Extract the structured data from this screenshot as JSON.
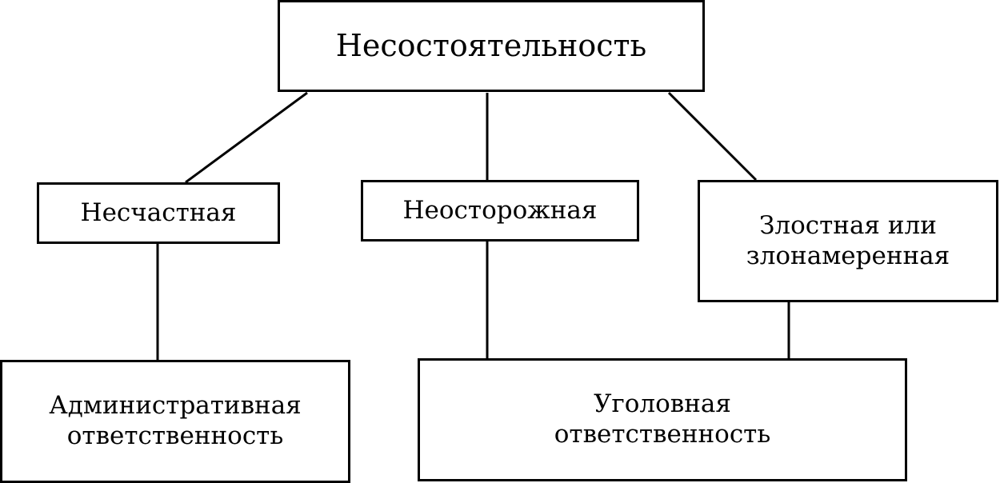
{
  "diagram": {
    "root": {
      "lines": [
        "Несостоятельность"
      ]
    },
    "types": [
      {
        "id": "unfortunate",
        "lines": [
          "Несчастная"
        ]
      },
      {
        "id": "careless",
        "lines": [
          "Неосторожная"
        ]
      },
      {
        "id": "malicious",
        "lines": [
          "Злостная или",
          "злонамеренная"
        ]
      }
    ],
    "liability": [
      {
        "id": "admin",
        "lines": [
          "Административная",
          "ответственность"
        ]
      },
      {
        "id": "criminal",
        "lines": [
          "Уголовная",
          "ответственность"
        ]
      }
    ],
    "edges": [
      [
        "root",
        "unfortunate"
      ],
      [
        "root",
        "careless"
      ],
      [
        "root",
        "malicious"
      ],
      [
        "unfortunate",
        "admin"
      ],
      [
        "careless",
        "criminal"
      ],
      [
        "malicious",
        "criminal"
      ]
    ],
    "colors": {
      "stroke": "#000000",
      "background": "#ffffff",
      "text": "#000000"
    }
  }
}
